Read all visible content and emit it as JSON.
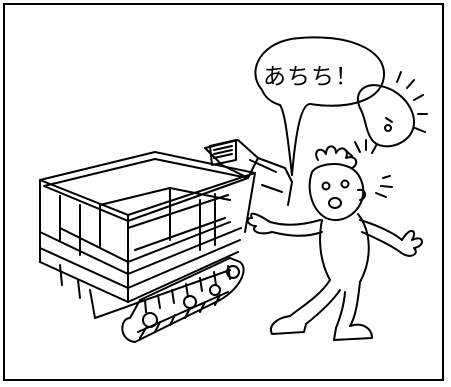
{
  "scene": {
    "speech_bubble_text": "あちち！",
    "ink_color": "#000000",
    "paper_color": "#ffffff"
  },
  "icons": {
    "main_object": "crawler-carrier-illustration",
    "character": "surprised-worker-illustration",
    "hot_object": "hot-glove-icon"
  }
}
